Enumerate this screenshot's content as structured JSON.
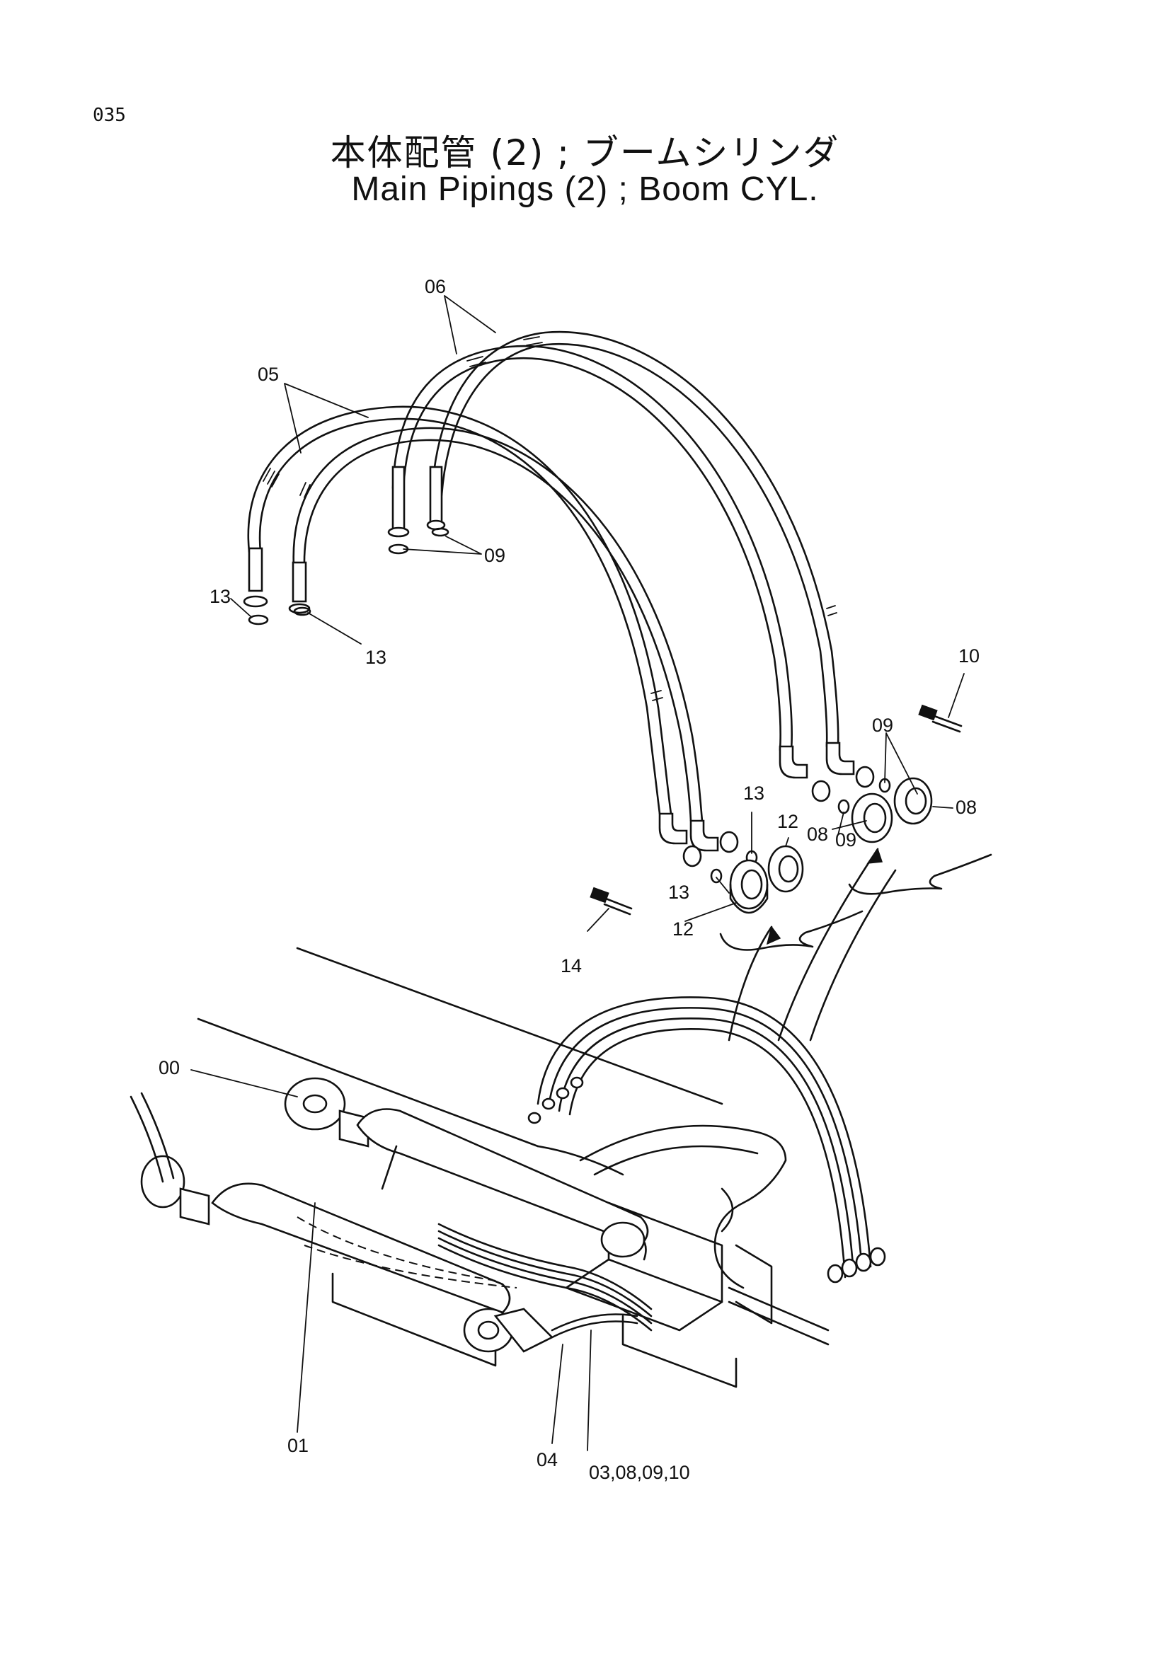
{
  "page": {
    "number": "035"
  },
  "title": {
    "japanese": "本体配管 (2) ; ブームシリンダ",
    "english": "Main Pipings (2) ; Boom CYL."
  },
  "callouts": [
    {
      "id": "06",
      "label": "06"
    },
    {
      "id": "05",
      "label": "05"
    },
    {
      "id": "09a",
      "label": "09"
    },
    {
      "id": "13a",
      "label": "13"
    },
    {
      "id": "13b",
      "label": "13"
    },
    {
      "id": "10",
      "label": "10"
    },
    {
      "id": "09b",
      "label": "09"
    },
    {
      "id": "08a",
      "label": "08"
    },
    {
      "id": "09c",
      "label": "09"
    },
    {
      "id": "08b",
      "label": "08"
    },
    {
      "id": "13c",
      "label": "13"
    },
    {
      "id": "12a",
      "label": "12"
    },
    {
      "id": "13d",
      "label": "13"
    },
    {
      "id": "12b",
      "label": "12"
    },
    {
      "id": "14",
      "label": "14"
    },
    {
      "id": "00",
      "label": "00"
    },
    {
      "id": "01",
      "label": "01"
    },
    {
      "id": "04",
      "label": "04"
    },
    {
      "id": "03",
      "label": "03,08,09,10"
    }
  ]
}
